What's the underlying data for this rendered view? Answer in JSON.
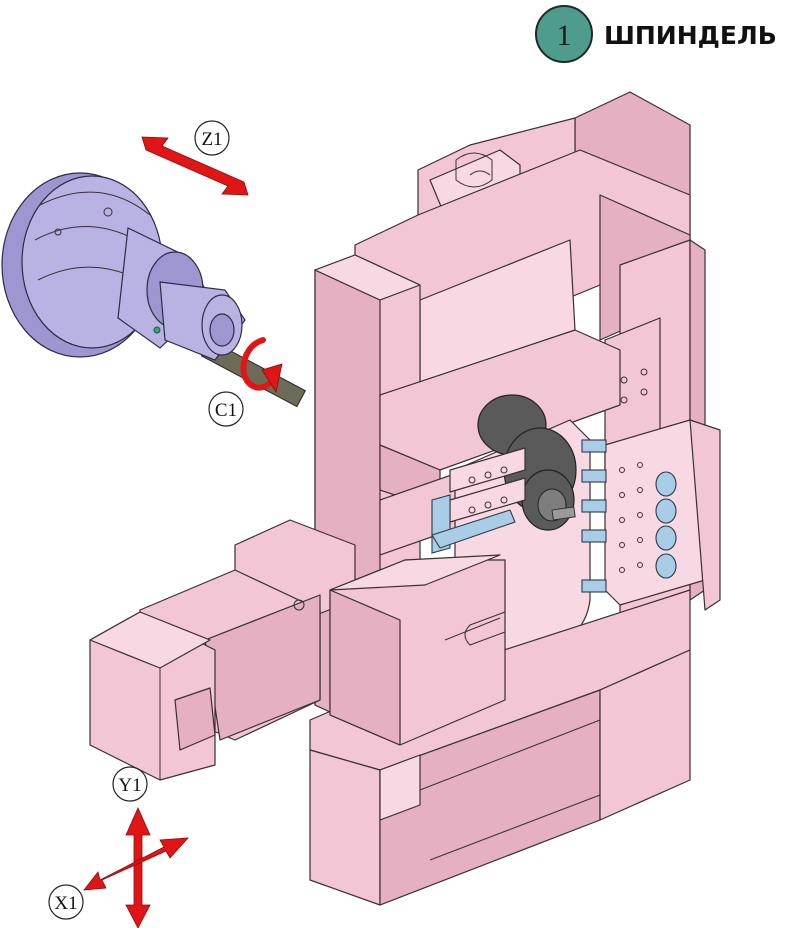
{
  "badge": {
    "number": "1",
    "title": "ШПИНДЕЛЬ",
    "color": "#4e9c8c"
  },
  "axes": {
    "z1": "Z1",
    "c1": "C1",
    "y1": "Y1",
    "x1": "X1"
  },
  "colors": {
    "frame": "#f2c6d4",
    "spindle": "#b9b3e3",
    "arrow": "#e01616",
    "rollers": "#a9cde6"
  }
}
